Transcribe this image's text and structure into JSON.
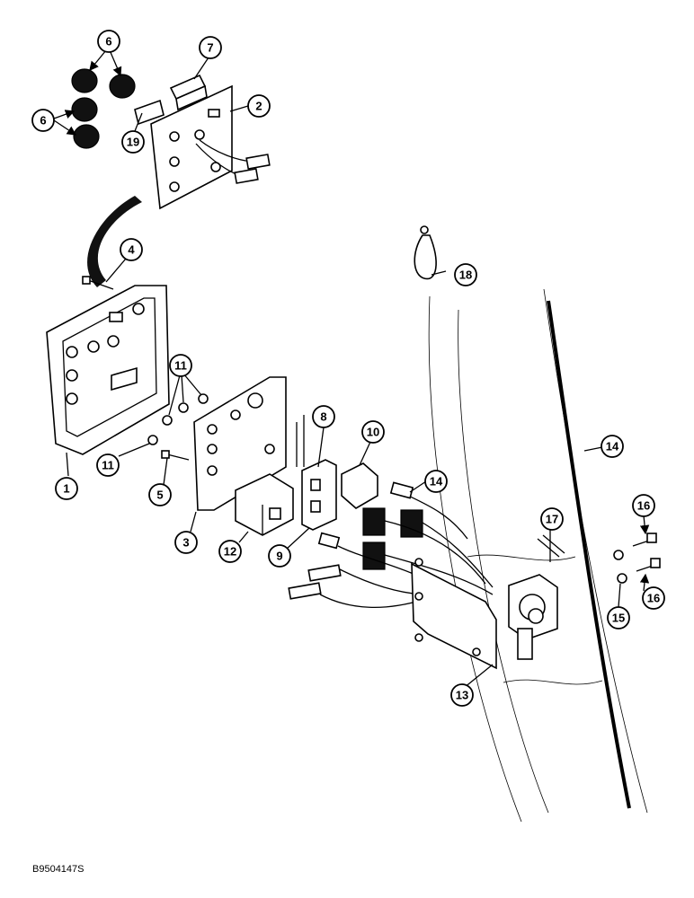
{
  "figure_code": "B9504147S",
  "callouts": [
    "1",
    "2",
    "3",
    "4",
    "5",
    "6",
    "6",
    "7",
    "8",
    "9",
    "10",
    "11",
    "11",
    "12",
    "13",
    "14",
    "14",
    "15",
    "16",
    "16",
    "17",
    "18",
    "19"
  ]
}
